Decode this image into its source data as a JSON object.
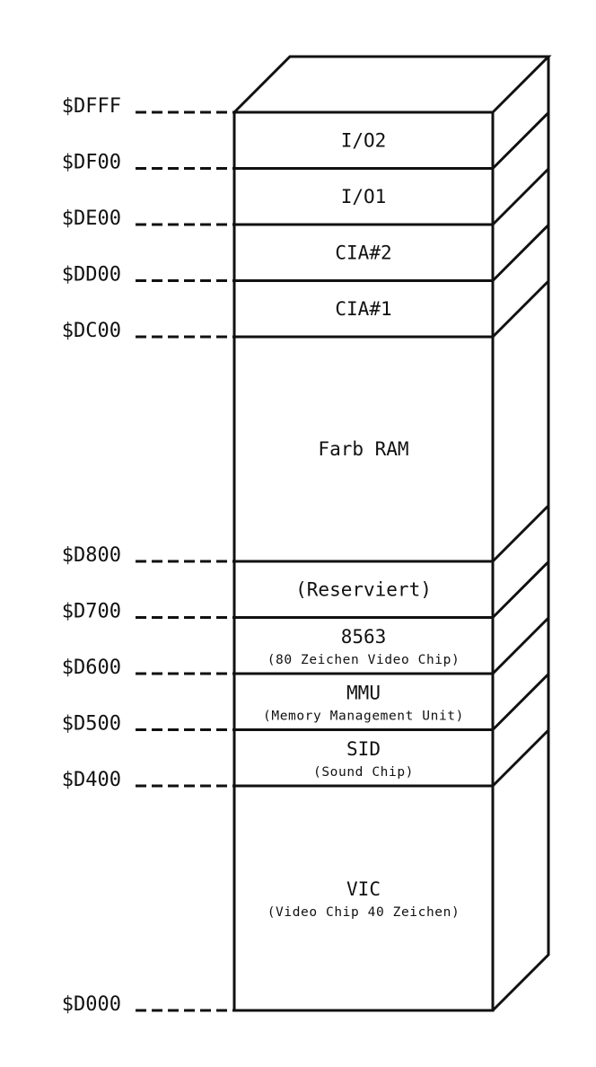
{
  "top_address": "$DFFF",
  "blocks": [
    {
      "start": "$DF00",
      "title": "I/O2",
      "subtitle": null
    },
    {
      "start": "$DE00",
      "title": "I/O1",
      "subtitle": null
    },
    {
      "start": "$DD00",
      "title": "CIA#2",
      "subtitle": null
    },
    {
      "start": "$DC00",
      "title": "CIA#1",
      "subtitle": null
    },
    {
      "start": "$D800",
      "title": "Farb RAM",
      "subtitle": null
    },
    {
      "start": "$D700",
      "title": "(Reserviert)",
      "subtitle": null
    },
    {
      "start": "$D600",
      "title": "8563",
      "subtitle": "(80 Zeichen Video Chip)"
    },
    {
      "start": "$D500",
      "title": "MMU",
      "subtitle": "(Memory Management Unit)"
    },
    {
      "start": "$D400",
      "title": "SID",
      "subtitle": "(Sound Chip)"
    },
    {
      "start": "$D000",
      "title": "VIC",
      "subtitle": "(Video Chip 40 Zeichen)"
    }
  ],
  "colors": {
    "line": "#111111",
    "background": "#ffffff"
  }
}
